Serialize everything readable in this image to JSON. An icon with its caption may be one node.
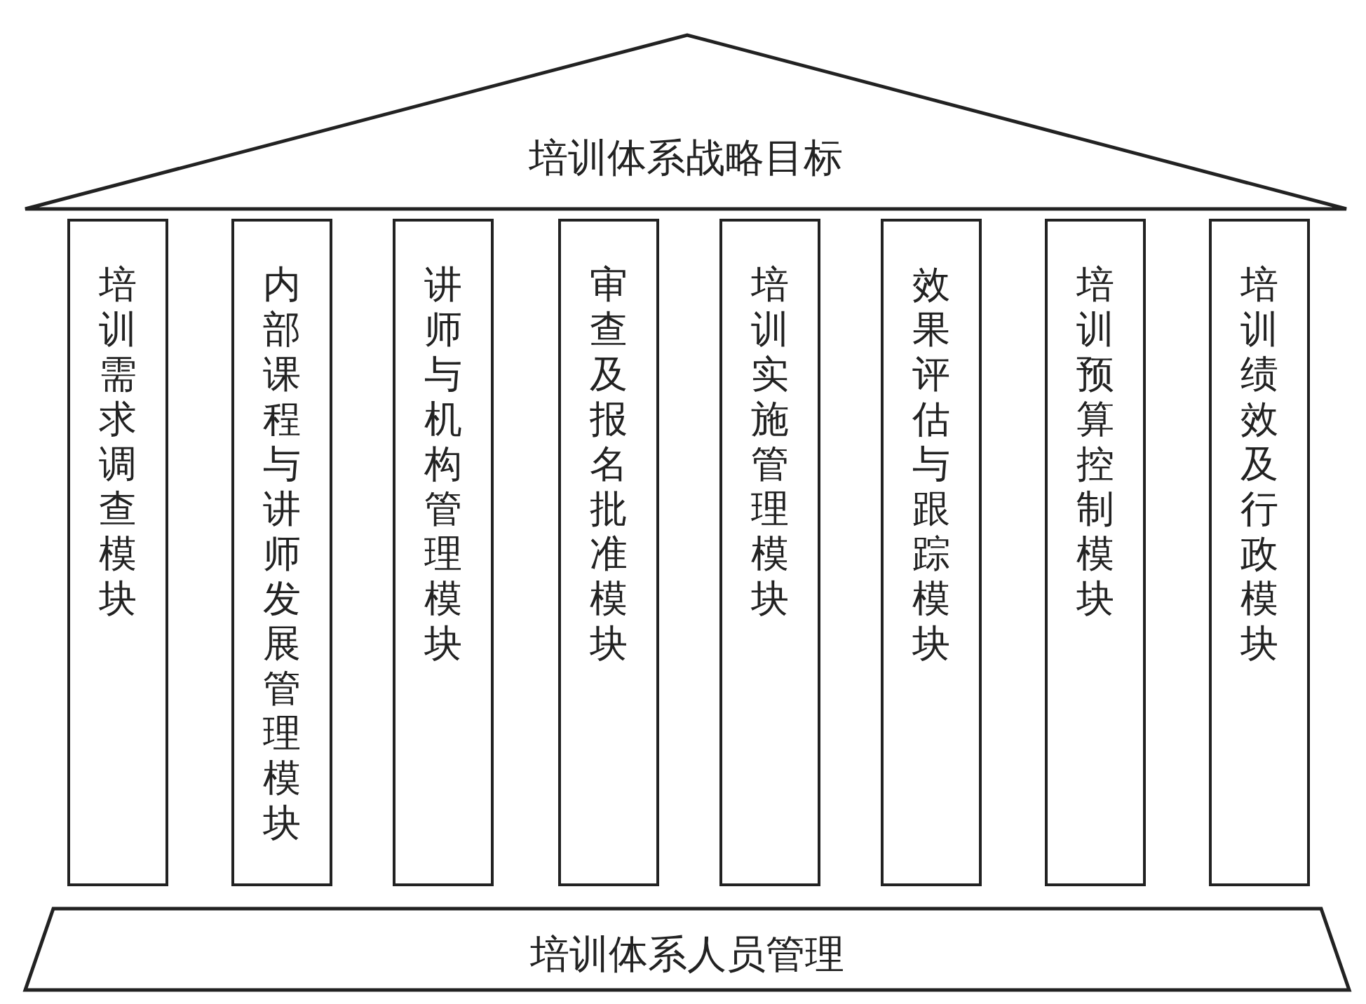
{
  "diagram": {
    "nodes": [
      {
        "text": [
          "培训体系战略目标"
        ]
      },
      {
        "text": [
          "培训需求调查模块"
        ]
      },
      {
        "text": [
          "内部课程与讲师发展管理模块"
        ]
      },
      {
        "text": [
          "讲师与机构管理模块"
        ]
      },
      {
        "text": [
          "审查及报名批准模块"
        ]
      },
      {
        "text": [
          "培训实施管理模块"
        ]
      },
      {
        "text": [
          "效果评估与跟踪模块"
        ]
      },
      {
        "text": [
          "培训预算控制模块"
        ]
      },
      {
        "text": [
          "培训绩效及行政模块"
        ]
      },
      {
        "text": [
          "培训体系人员管理"
        ]
      }
    ],
    "edges": []
  }
}
